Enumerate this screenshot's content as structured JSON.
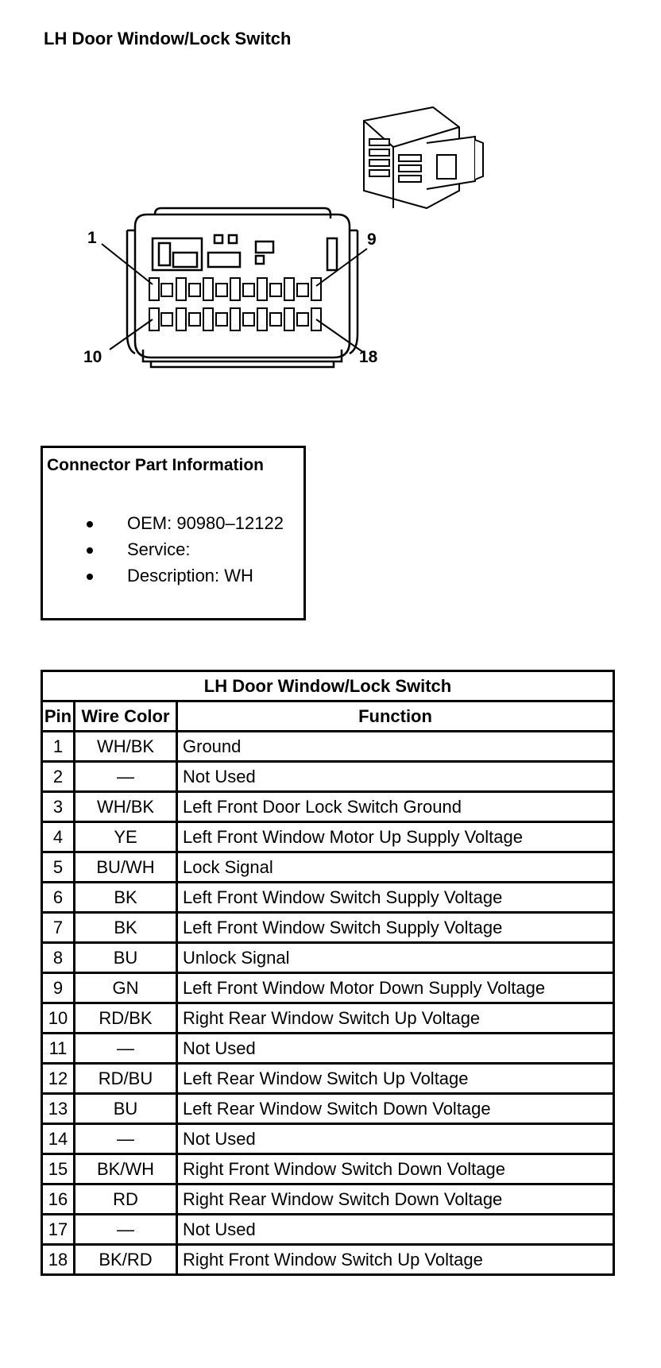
{
  "page_title": "LH Door Window/Lock Switch",
  "diagram": {
    "pin_labels": {
      "first_top": "1",
      "last_top": "9",
      "first_bottom": "10",
      "last_bottom": "18"
    }
  },
  "connector_info": {
    "heading": "Connector Part Information",
    "items": [
      "OEM: 90980–12122",
      "Service:",
      "Description: WH"
    ]
  },
  "pin_table": {
    "caption": "LH Door Window/Lock Switch",
    "headers": {
      "pin": "Pin",
      "wire_color": "Wire Color",
      "function": "Function"
    },
    "rows": [
      {
        "pin": "1",
        "wire": "WH/BK",
        "function": "Ground"
      },
      {
        "pin": "2",
        "wire": "—",
        "function": "Not Used"
      },
      {
        "pin": "3",
        "wire": "WH/BK",
        "function": "Left Front Door Lock Switch Ground"
      },
      {
        "pin": "4",
        "wire": "YE",
        "function": "Left Front Window Motor Up Supply Voltage"
      },
      {
        "pin": "5",
        "wire": "BU/WH",
        "function": "Lock Signal"
      },
      {
        "pin": "6",
        "wire": "BK",
        "function": "Left Front Window Switch Supply Voltage"
      },
      {
        "pin": "7",
        "wire": "BK",
        "function": "Left Front Window Switch Supply Voltage"
      },
      {
        "pin": "8",
        "wire": "BU",
        "function": "Unlock Signal"
      },
      {
        "pin": "9",
        "wire": "GN",
        "function": "Left Front Window Motor Down Supply Voltage"
      },
      {
        "pin": "10",
        "wire": "RD/BK",
        "function": "Right Rear Window Switch Up Voltage"
      },
      {
        "pin": "11",
        "wire": "—",
        "function": "Not Used"
      },
      {
        "pin": "12",
        "wire": "RD/BU",
        "function": "Left Rear Window Switch Up Voltage"
      },
      {
        "pin": "13",
        "wire": "BU",
        "function": "Left Rear Window Switch Down Voltage"
      },
      {
        "pin": "14",
        "wire": "—",
        "function": "Not Used"
      },
      {
        "pin": "15",
        "wire": "BK/WH",
        "function": "Right Front Window Switch Down Voltage"
      },
      {
        "pin": "16",
        "wire": "RD",
        "function": "Right Rear Window Switch Down Voltage"
      },
      {
        "pin": "17",
        "wire": "—",
        "function": "Not Used"
      },
      {
        "pin": "18",
        "wire": "BK/RD",
        "function": "Right Front Window Switch Up Voltage"
      }
    ]
  }
}
